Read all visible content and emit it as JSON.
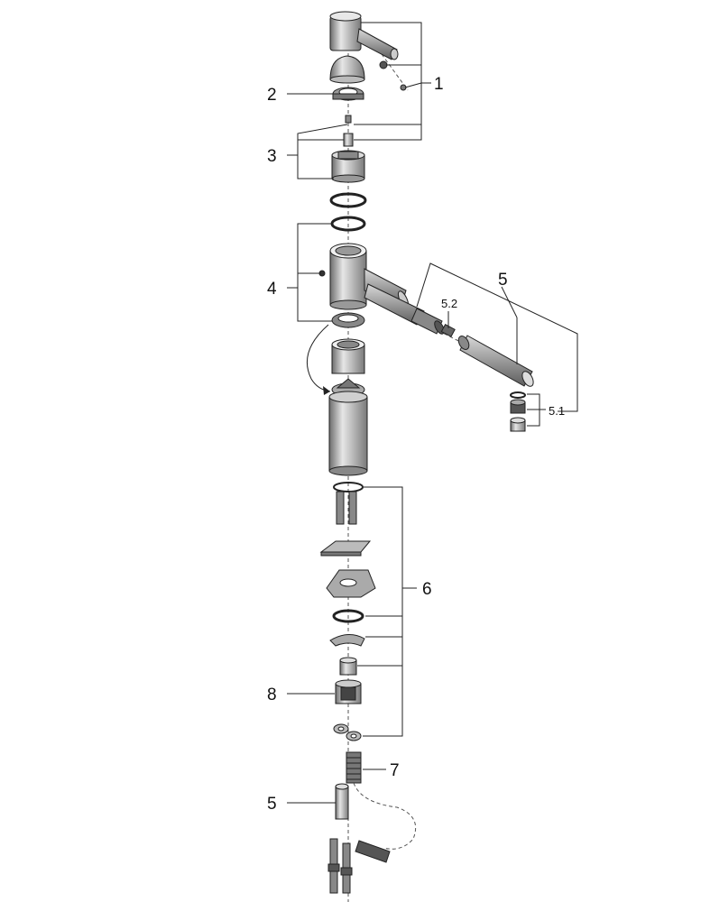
{
  "diagram": {
    "callouts": {
      "c1": "1",
      "c2": "2",
      "c3": "3",
      "c4": "4",
      "c5_top": "5",
      "c5_2": "5.2",
      "c5_1": "5.1",
      "c6": "6",
      "c7": "7",
      "c8": "8",
      "c5_bottom": "5"
    }
  }
}
